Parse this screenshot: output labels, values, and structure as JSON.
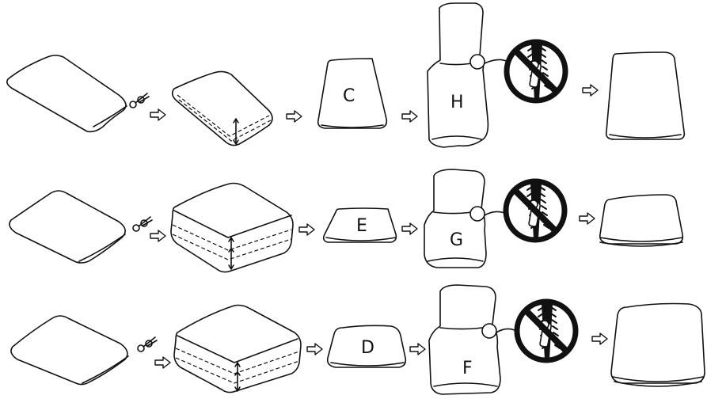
{
  "rows": [
    {
      "box_label": "C",
      "bag_label": "H"
    },
    {
      "box_label": "E",
      "bag_label": "G"
    },
    {
      "box_label": "D",
      "bag_label": "F"
    }
  ],
  "icons": [
    "scissors-icon",
    "arrow-right-icon",
    "no-zipper-icon"
  ],
  "colors": {
    "ink": "#111111",
    "background": "#ffffff"
  }
}
